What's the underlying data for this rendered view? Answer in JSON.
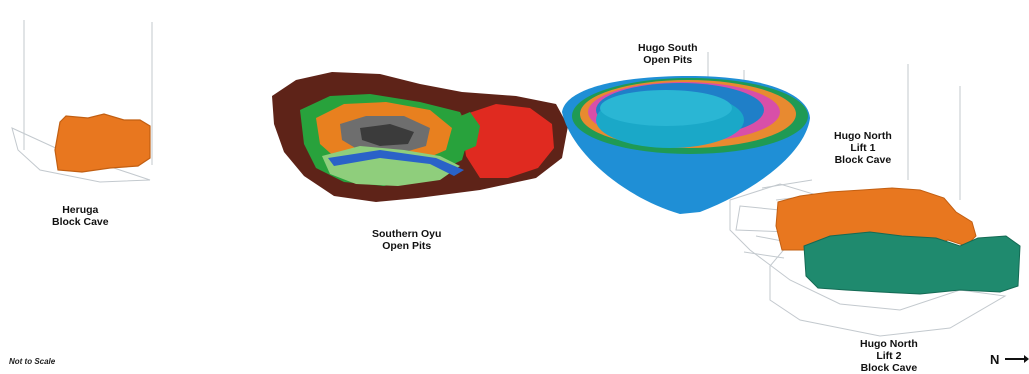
{
  "labels": {
    "heruga": [
      "Heruga",
      "Block Cave"
    ],
    "southern_oyu": [
      "Southern Oyu",
      "Open Pits"
    ],
    "hugo_south": [
      "Hugo South",
      "Open Pits"
    ],
    "hugo_north_lift1": [
      "Hugo North",
      "Lift 1",
      "Block Cave"
    ],
    "hugo_north_lift2": [
      "Hugo North",
      "Lift 2",
      "Block Cave"
    ]
  },
  "note": "Not to Scale",
  "north_arrow": {
    "letter": "N",
    "icon": "arrow-right-icon"
  },
  "colors": {
    "block_orange": "#e8771f",
    "block_green": "#1f8a6e",
    "pit_brown": "#5e2318",
    "pit_green": "#28a23c",
    "pit_red": "#e02a20",
    "pit_orange": "#e8801f",
    "pit_gray": "#6e6e6e",
    "pit_light_green": "#8fce7c",
    "pit_blue": "#2a62c8",
    "cone_blue": "#1f8fd6",
    "cone_inner": "#1aa8c8",
    "cone_pink": "#d84fa8",
    "cone_orange": "#e88a30",
    "cone_green": "#1f9a54",
    "wire": "#b9c0c6"
  }
}
